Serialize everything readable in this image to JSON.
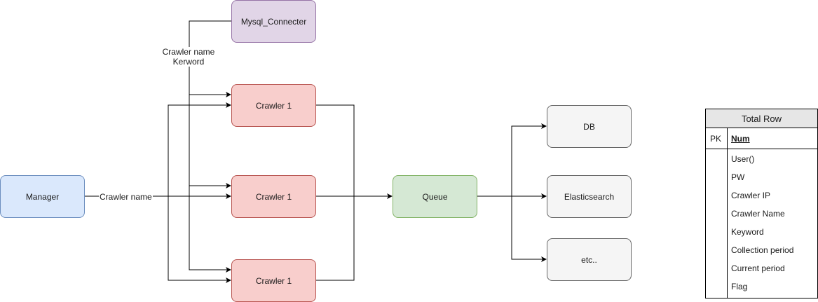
{
  "nodes": {
    "manager": "Manager",
    "mysql": "Mysql_Connecter",
    "crawlers": [
      "Crawler 1",
      "Crawler 1",
      "Crawler 1"
    ],
    "queue": "Queue",
    "stores": [
      "DB",
      "Elasticsearch",
      "etc.."
    ]
  },
  "edge_labels": {
    "mysql_to_crawlers": [
      "Crawler name",
      "Kerword"
    ],
    "manager_to_crawlers": "Crawler name"
  },
  "table": {
    "title": "Total Row",
    "pk_key": "PK",
    "pk_name": "Num",
    "fields": [
      "User()",
      "PW",
      "Crawler IP",
      "Crawler Name",
      "Keyword",
      "Collection period",
      "Current period",
      "Flag"
    ]
  },
  "colors": {
    "manager": "#dae8fc",
    "mysql": "#e1d5e7",
    "crawler": "#f8cecc",
    "queue": "#d5e8d4",
    "store": "#f5f5f5",
    "table_header": "#e6e6e6"
  }
}
